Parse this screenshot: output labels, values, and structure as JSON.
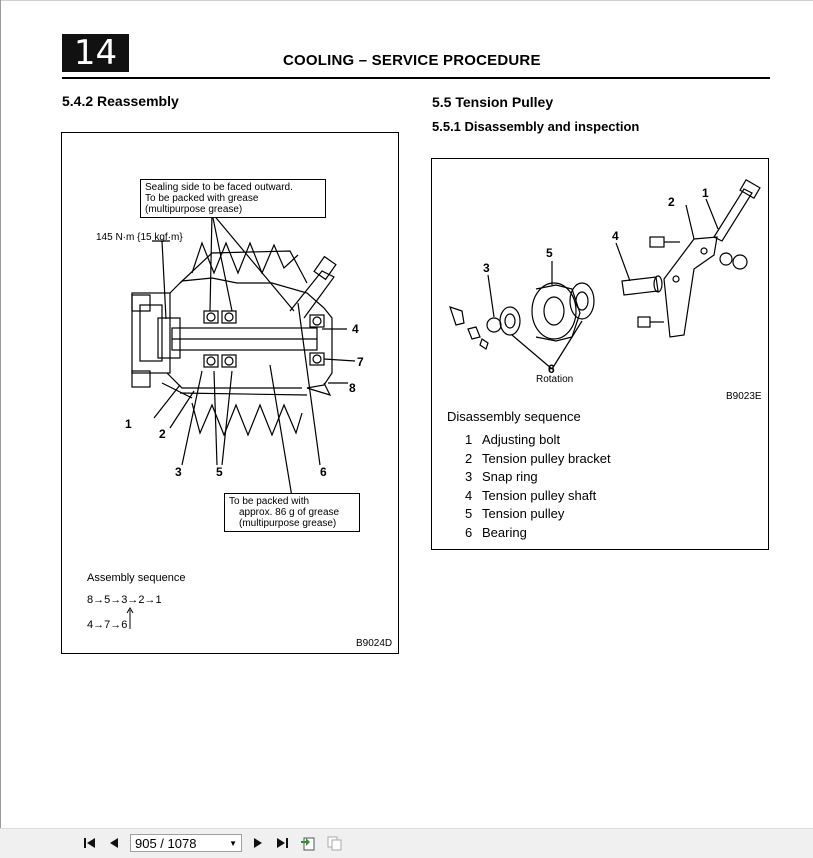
{
  "header": {
    "chapter_number": "14",
    "title": "COOLING – SERVICE PROCEDURE"
  },
  "left": {
    "section_heading": "5.4.2  Reassembly",
    "callout_top": [
      "Sealing side to be faced outward.",
      "To be packed with grease",
      "(multipurpose grease)"
    ],
    "torque_label": "145 N·m {15 kgf·m}",
    "callout_bottom": [
      "To be packed with",
      "approx. 86 g of grease",
      "(multipurpose grease)"
    ],
    "part_numbers": [
      "1",
      "2",
      "3",
      "4",
      "5",
      "6",
      "7",
      "8"
    ],
    "assembly_title": "Assembly sequence",
    "assembly_line1": "8→5→3→2→1",
    "assembly_line2": "4→7→6",
    "figure_code": "B9024D"
  },
  "right": {
    "section_heading": "5.5  Tension Pulley",
    "subsection_heading": "5.5.1  Disassembly and inspection",
    "rotation_label": "Rotation",
    "figure_code": "B9023E",
    "part_numbers": [
      "1",
      "2",
      "3",
      "4",
      "5",
      "6"
    ],
    "disassembly_title": "Disassembly sequence",
    "items": [
      {
        "n": "1",
        "label": "Adjusting bolt"
      },
      {
        "n": "2",
        "label": "Tension pulley bracket"
      },
      {
        "n": "3",
        "label": "Snap ring"
      },
      {
        "n": "4",
        "label": "Tension pulley shaft"
      },
      {
        "n": "5",
        "label": "Tension pulley"
      },
      {
        "n": "6",
        "label": "Bearing"
      }
    ]
  },
  "toolbar": {
    "page_value": "905 / 1078",
    "icons": [
      "first-page-icon",
      "prev-page-icon",
      "next-page-icon",
      "last-page-icon",
      "fit-page-icon",
      "fit-width-icon"
    ]
  }
}
